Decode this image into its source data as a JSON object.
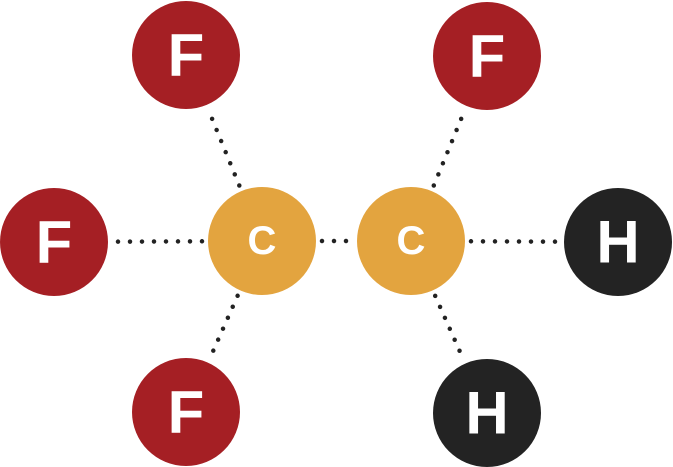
{
  "colors": {
    "fluorine": "#a51f24",
    "carbon": "#e3a43f",
    "hydrogen": "#232323",
    "bond": "#222222",
    "label": "#ffffff"
  },
  "atoms": [
    {
      "id": "f-top-left",
      "symbol": "F",
      "element": "fluorine"
    },
    {
      "id": "f-top-right",
      "symbol": "F",
      "element": "fluorine"
    },
    {
      "id": "f-left",
      "symbol": "F",
      "element": "fluorine"
    },
    {
      "id": "c-left",
      "symbol": "C",
      "element": "carbon"
    },
    {
      "id": "c-right",
      "symbol": "C",
      "element": "carbon"
    },
    {
      "id": "h-right",
      "symbol": "H",
      "element": "hydrogen"
    },
    {
      "id": "f-bottom-left",
      "symbol": "F",
      "element": "fluorine"
    },
    {
      "id": "h-bottom-right",
      "symbol": "H",
      "element": "hydrogen"
    }
  ],
  "bonds": [
    {
      "from": "c-left",
      "to": "f-top-left",
      "style": "dotted"
    },
    {
      "from": "c-left",
      "to": "f-left",
      "style": "dotted"
    },
    {
      "from": "c-left",
      "to": "f-bottom-left",
      "style": "dotted"
    },
    {
      "from": "c-left",
      "to": "c-right",
      "style": "dotted"
    },
    {
      "from": "c-right",
      "to": "f-top-right",
      "style": "dotted"
    },
    {
      "from": "c-right",
      "to": "h-right",
      "style": "dotted"
    },
    {
      "from": "c-right",
      "to": "h-bottom-right",
      "style": "dotted"
    }
  ]
}
